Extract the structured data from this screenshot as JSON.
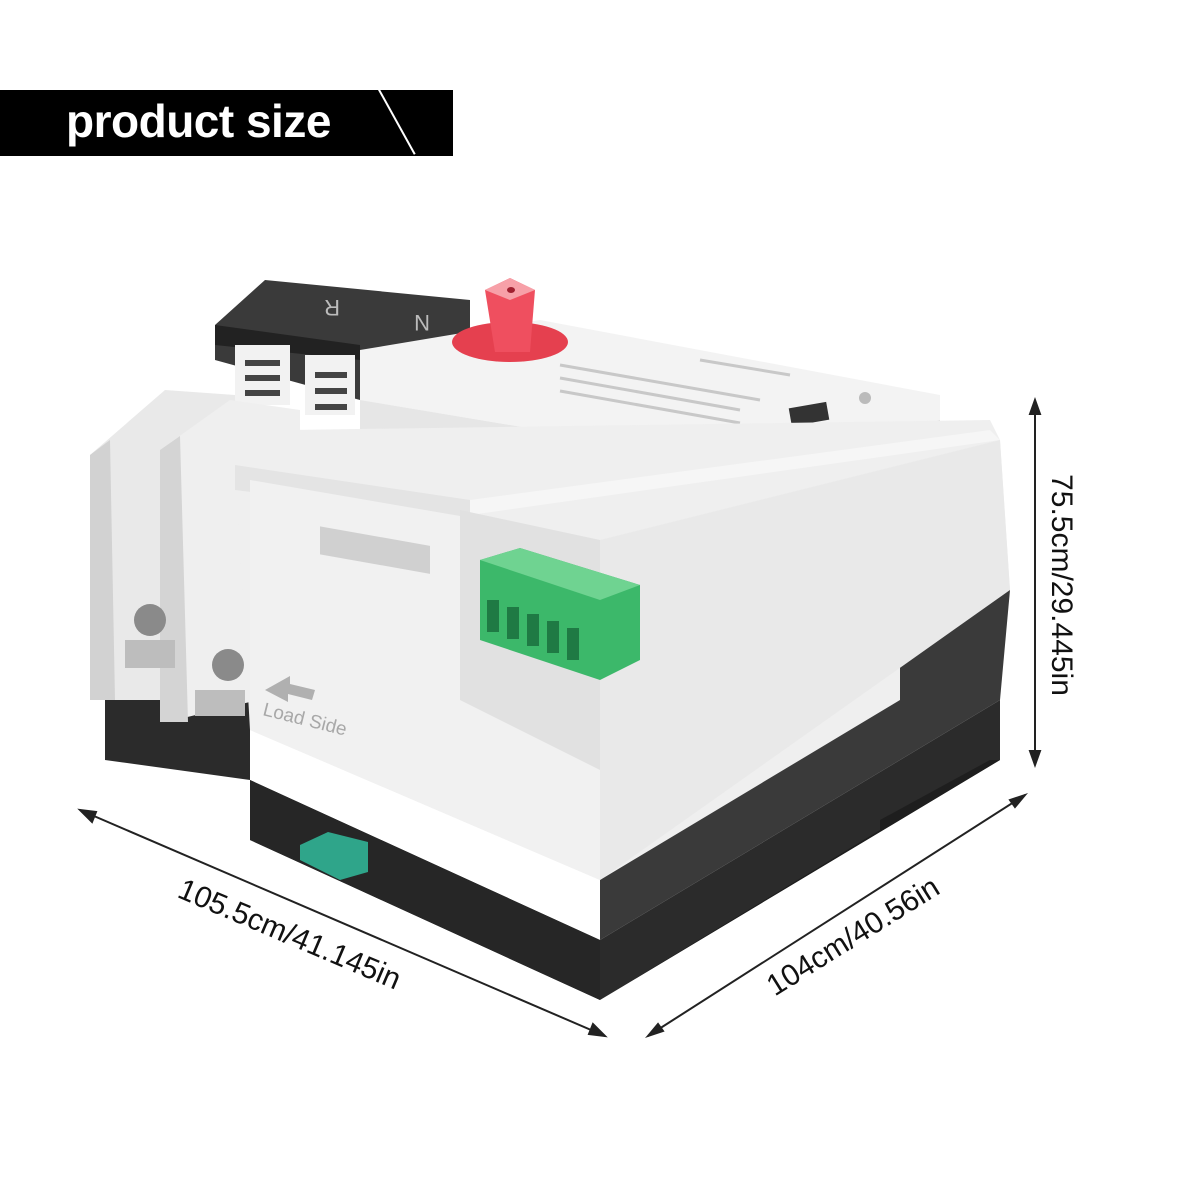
{
  "banner": {
    "title": "product size"
  },
  "dimensions": {
    "length": "105.5cm/41.145in",
    "width": "104cm/40.56in",
    "height": "75.5cm/29.445in"
  },
  "device": {
    "load_side_label": "Load Side",
    "top_cover_labels": [
      "R",
      "N"
    ],
    "colors": {
      "body": "#eeeeee",
      "base": "#2a2a2a",
      "knob": "#e5404f",
      "terminal": "#3cb86a",
      "din_clip": "#2fa58a"
    }
  }
}
